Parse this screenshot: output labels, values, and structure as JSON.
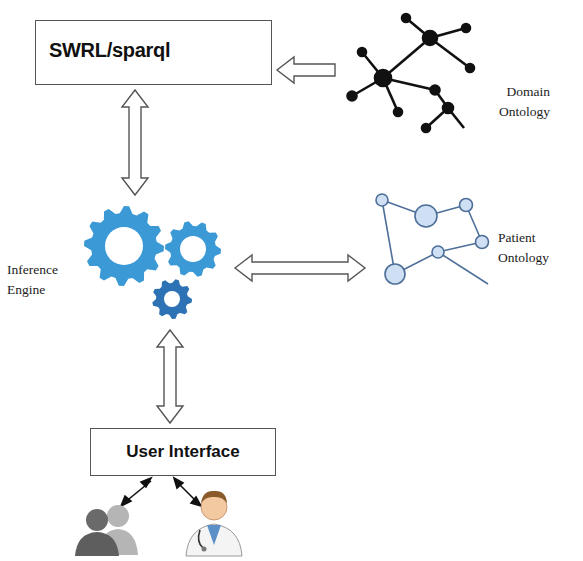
{
  "diagram": {
    "nodes": [
      {
        "text": [
          "SWRL/sparql"
        ]
      },
      {
        "text": [
          "Domain Ontology"
        ]
      },
      {
        "text": [
          "Inference Engine"
        ]
      },
      {
        "text": [
          "Patient Ontology"
        ]
      },
      {
        "text": [
          "User Interface"
        ]
      }
    ],
    "edges": [
      {
        "from": 1,
        "to": 0,
        "arrow": "to"
      },
      {
        "from": 0,
        "to": 2,
        "arrow": "both"
      },
      {
        "from": 2,
        "to": 3,
        "arrow": "both"
      },
      {
        "from": 2,
        "to": 4,
        "arrow": "both"
      }
    ]
  }
}
